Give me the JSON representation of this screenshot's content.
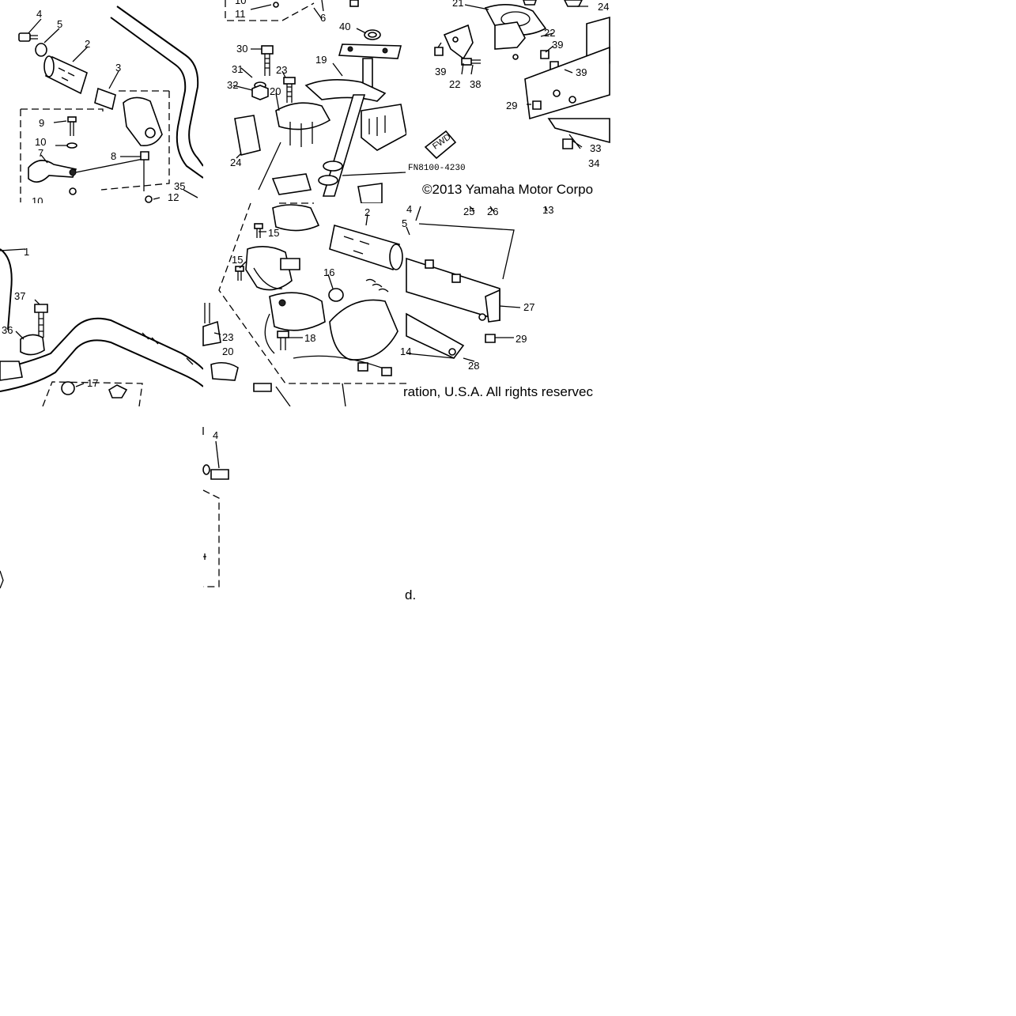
{
  "diagram": {
    "drawing_code": "FN8100-4230",
    "copyright_start": "©2013 Yamaha Motor Corpo",
    "copyright_end": "ration, U.S.A. All rights reservec",
    "copyright_tail": "d.",
    "fwd_mark": "FWD",
    "callouts_tl": [
      "4",
      "5",
      "2",
      "3",
      "9",
      "10",
      "7",
      "8",
      "12",
      "35",
      "10"
    ],
    "callouts_tm": [
      "10",
      "11",
      "6",
      "40",
      "30",
      "19",
      "31",
      "23",
      "32",
      "20",
      "24"
    ],
    "callouts_tr": [
      "21",
      "24",
      "22",
      "39",
      "39",
      "22",
      "38",
      "39",
      "29",
      "33",
      "34"
    ],
    "callouts_ml": [
      "1",
      "37",
      "36",
      "17"
    ],
    "callouts_mm": [
      "2",
      "15",
      "15",
      "16",
      "23",
      "20",
      "18"
    ],
    "callouts_mr": [
      "4",
      "25",
      "26",
      "13",
      "5",
      "27",
      "29",
      "28",
      "14"
    ],
    "callouts_bl": [
      "4"
    ]
  }
}
